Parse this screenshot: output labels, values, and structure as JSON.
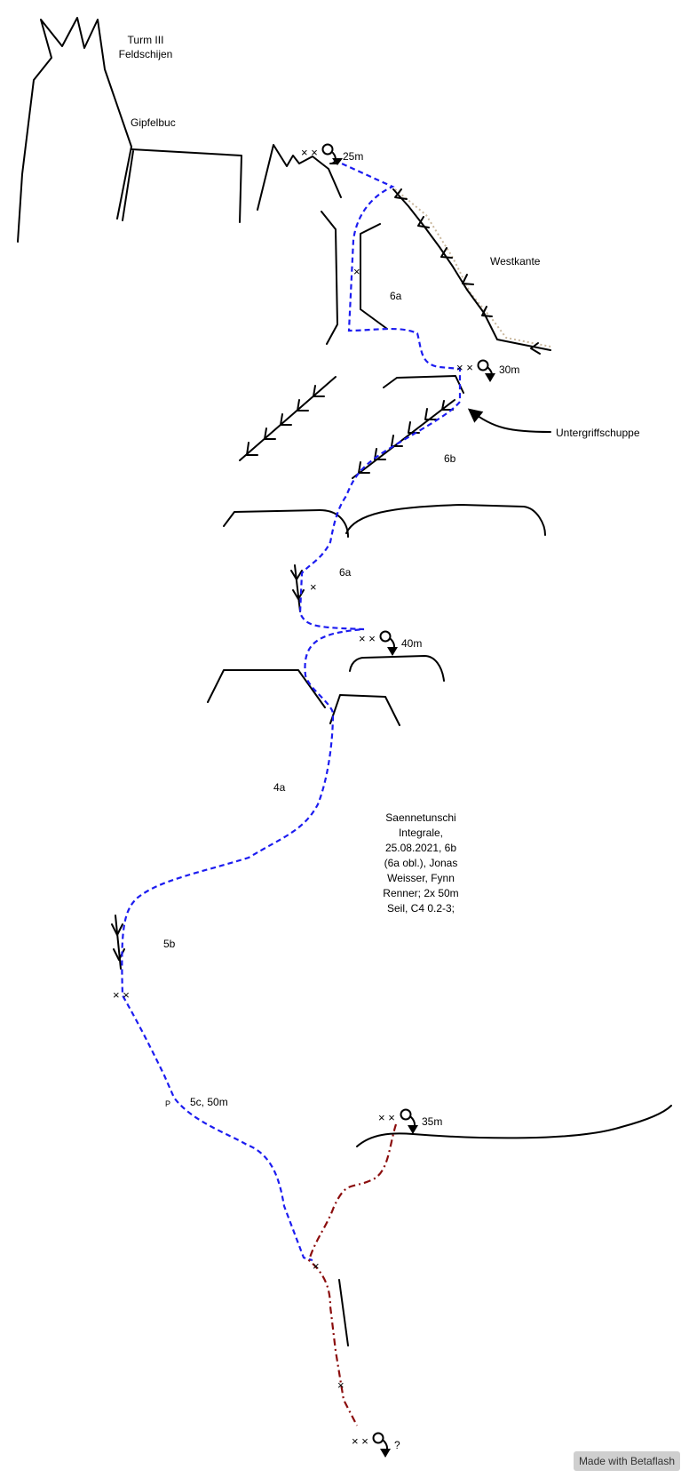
{
  "summit": {
    "name_line1": "Turm III",
    "name_line2": "Feldschijen",
    "book": "Gipfelbuc"
  },
  "features": {
    "westkante": "Westkante",
    "untergriffschuppe": "Untergriffschuppe"
  },
  "anchors": {
    "a1_length": "25m",
    "a2_length": "30m",
    "a3_length": "40m",
    "a4_length": "35m",
    "a5_length": "?"
  },
  "grades": {
    "p1": "6a",
    "p2": "6b",
    "p3": "6a",
    "p4": "4a",
    "p5": "5b",
    "p6": "5c, 50m"
  },
  "misc": {
    "piton_mark": "P"
  },
  "info": {
    "lines": [
      "Saennetunschi",
      "Integrale,",
      "25.08.2021, 6b",
      "(6a obl.), Jonas",
      "Weisser, Fynn",
      "Renner; 2x 50m",
      "Seil, C4 0.2-3;"
    ]
  },
  "watermark": "Made with Betaflash"
}
